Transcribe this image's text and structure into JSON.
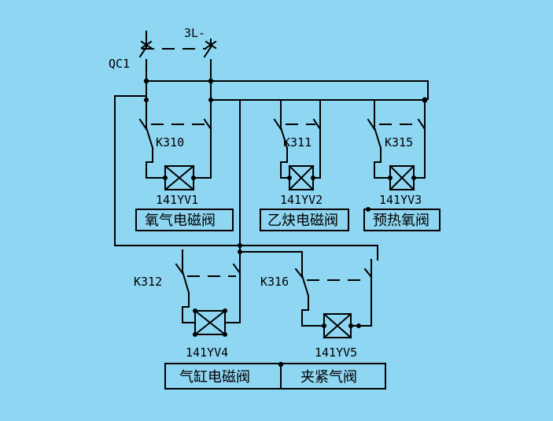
{
  "breaker": {
    "name": "QC1",
    "label": "3L-"
  },
  "relays": {
    "k310": "K310",
    "k311": "K311",
    "k315": "K315",
    "k312": "K312",
    "k316": "K316"
  },
  "valves": {
    "yv1": {
      "code": "141YV1",
      "name": "氧气电磁阀"
    },
    "yv2": {
      "code": "141YV2",
      "name": "乙炔电磁阀"
    },
    "yv3": {
      "code": "141YV3",
      "name": "预热氧阀"
    },
    "yv4": {
      "code": "141YV4",
      "name": "气缸电磁阀"
    },
    "yv5": {
      "code": "141YV5",
      "name": "夹紧气阀"
    }
  }
}
